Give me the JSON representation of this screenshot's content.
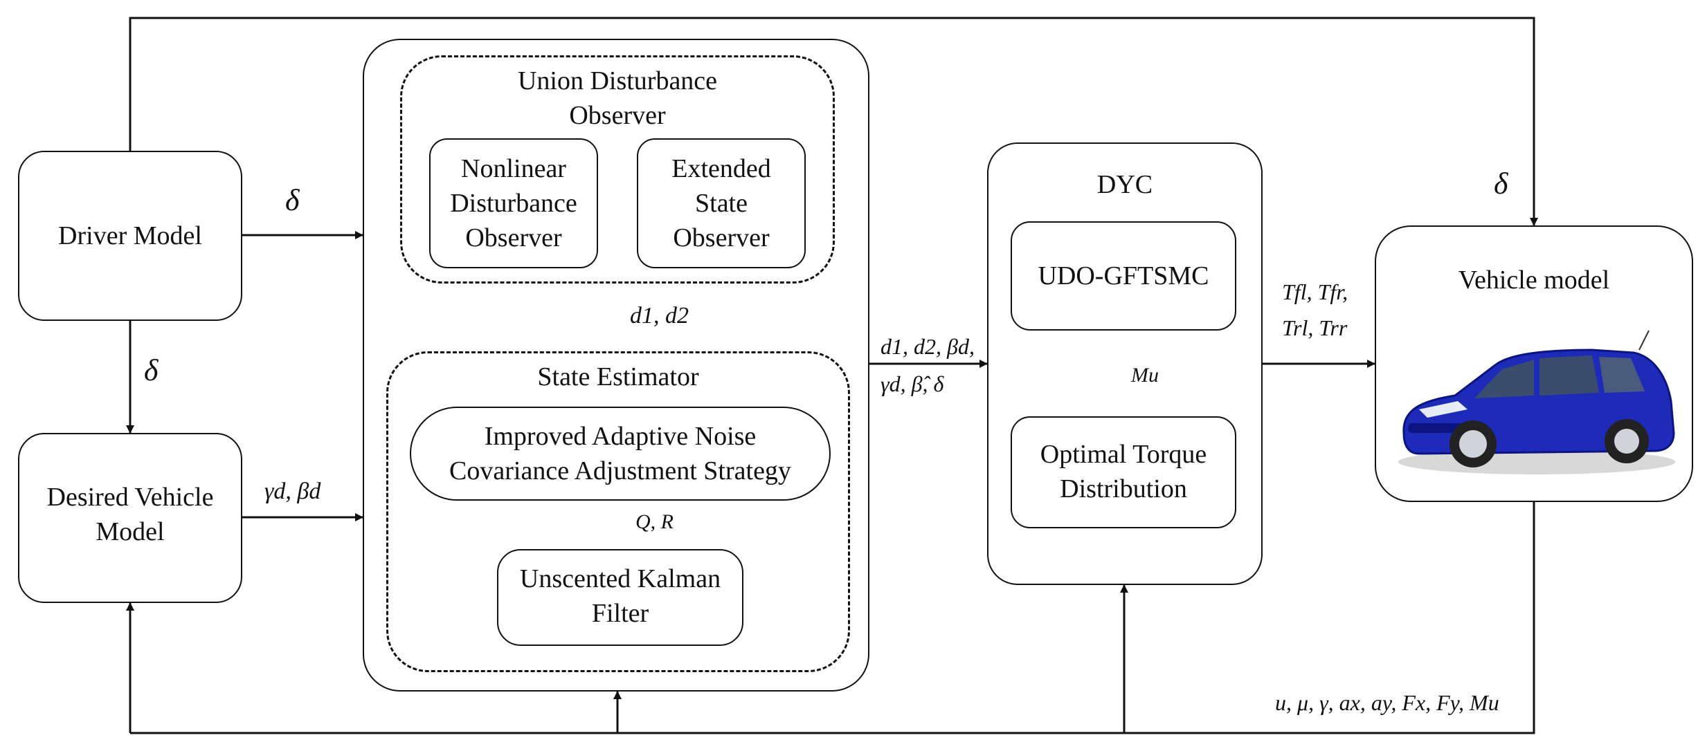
{
  "blocks": {
    "driver_model": "Driver Model",
    "desired_vehicle_model": "Desired Vehicle\nModel",
    "udo_title": "Union Disturbance\nObserver",
    "ndo": "Nonlinear\nDisturbance\nObserver",
    "eso": "Extended\nState\nObserver",
    "state_estimator": "State Estimator",
    "ianca": "Improved Adaptive Noise\nCovariance Adjustment Strategy",
    "ukf": "Unscented Kalman\nFilter",
    "dyc": "DYC",
    "udo_gftsmc": "UDO-GFTSMC",
    "otd": "Optimal Torque\nDistribution",
    "vehicle_model": "Vehicle model"
  },
  "signals": {
    "delta": "δ",
    "gamma_beta_d": "γd, βd",
    "d1_d2": "d1, d2",
    "udo_outputs": "d1, d2, βd, γd, β̂, δ",
    "q_r": "Q, R",
    "m_u": "Mu",
    "torques": "Tfl, Tfr, Trl, Trr",
    "feedback": "u, μ, γ, ax, ay, Fx, Fy, Mu"
  }
}
